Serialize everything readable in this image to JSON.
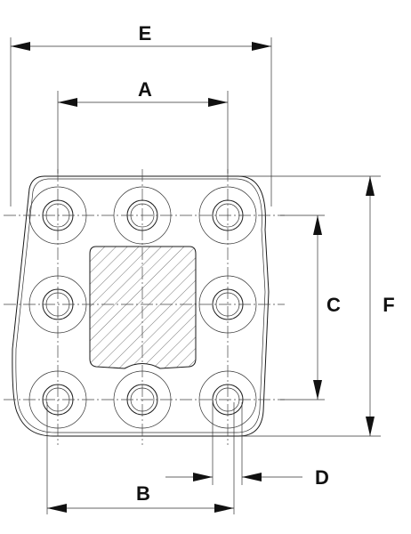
{
  "drawing": {
    "labels": {
      "A": "A",
      "B": "B",
      "C": "C",
      "D": "D",
      "E": "E",
      "F": "F"
    },
    "stroke_color": "#1a1a1a",
    "background": "#ffffff"
  }
}
